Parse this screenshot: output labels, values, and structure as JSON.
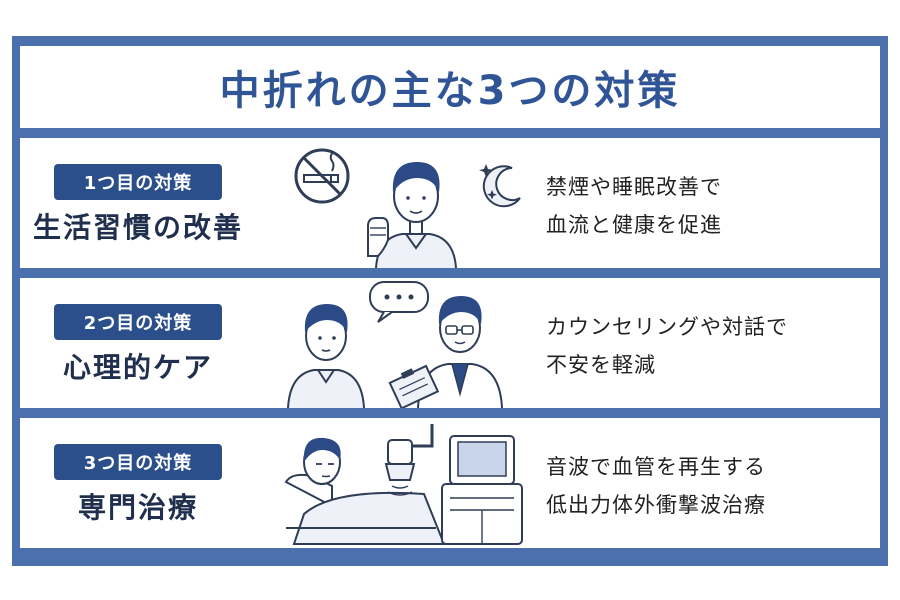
{
  "title": "中折れの主な3つの対策",
  "items": [
    {
      "badge": "1つ目の対策",
      "heading": "生活習慣の改善",
      "desc_line1": "禁煙や睡眠改善で",
      "desc_line2": "血流と健康を促進",
      "icons": [
        "no-smoking-icon",
        "man-fist-icon",
        "moon-stars-icon"
      ]
    },
    {
      "badge": "2つ目の対策",
      "heading": "心理的ケア",
      "desc_line1": "カウンセリングや対話で",
      "desc_line2": "不安を軽減",
      "icons": [
        "patient-icon",
        "speech-bubble-icon",
        "doctor-clipboard-icon"
      ]
    },
    {
      "badge": "3つ目の対策",
      "heading": "専門治療",
      "desc_line1": "音波で血管を再生する",
      "desc_line2": "低出力体外衝撃波治療",
      "icons": [
        "patient-lying-icon",
        "shockwave-device-icon"
      ]
    }
  ],
  "colors": {
    "frame": "#4c6fae",
    "badge": "#2b4f8a",
    "title": "#2f5597",
    "line": "#2f3d57",
    "hair": "#2c4a86"
  }
}
